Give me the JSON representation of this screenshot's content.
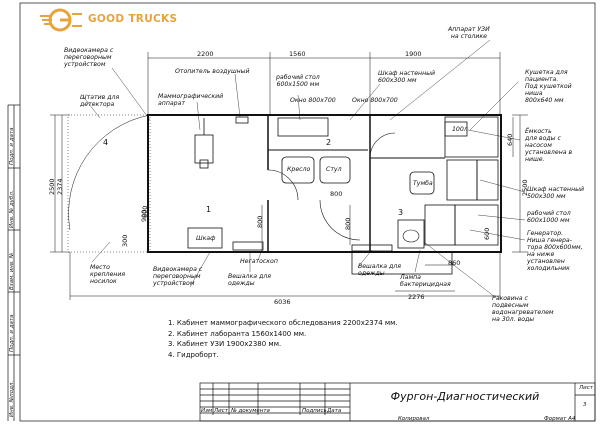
{
  "logo": {
    "text": "GOOD TRUCKS",
    "accent": "#e7a33c"
  },
  "labels": {
    "video_camera_top": "Видеокамера с\nпереговорным\nустройством",
    "heater": "Отопитель воздушный",
    "work_table_1": "рабочий стол\n600х1500 мм",
    "window_1": "Окно 800х700",
    "wall_cabinet_1": "Шкаф настенный\n600х300 мм",
    "window_2": "Окно 800х700",
    "uzi_apparatus": "Аппарат УЗИ\nна столике",
    "patient_couch": "Кушетка для\nпациента.\nПод кушеткой\nниша\n800х640 мм",
    "tank": "Ёмкость\nдля воды с\nнасосом\nустановлена в\nнише.",
    "wall_cabinet_2": "Шкаф настенный\n500х300 мм",
    "work_table_2": "рабочий стол\n600х1000 мм",
    "generator": "Генератор.\nНиша генера-\nтора 800х600мм,\nна ниже\nустановлен\nхолодильник",
    "sink": "Раковина с\nподвесным\nводонагревателем\nна 30л. воды",
    "lamp": "Лампа\nбактерицидная",
    "hanger_right": "Вешалка для\nодежды",
    "hanger_mid": "Вешалка для\nодежды",
    "negatoscope": "Негатоскоп",
    "video_camera_bottom": "Видеокамера с\nпереговорным\nустройством",
    "stretcher_mount": "Место\nкрепления\nносилок",
    "detector_rack": "Штатив для\nдетектора",
    "mammograph": "Маммографический\nаппарат",
    "armchair": "Кресло",
    "chair": "Стул",
    "cabinet": "Шкаф",
    "tumba": "Тумба",
    "tank_tag": "100л"
  },
  "dimensions": {
    "top_2200": "2200",
    "top_1560": "1560",
    "top_1900": "1900",
    "overall_6036": "6036",
    "left_2500": "2500",
    "left_2374": "2374",
    "left_900": "900",
    "left_300": "300",
    "mid_800_a": "800",
    "mid_800_b": "800",
    "mid_800_c": "800",
    "right_640": "640",
    "right_2500": "2500",
    "right_600": "600",
    "bottom_860": "860",
    "bottom_2276": "2276",
    "room_600": "600",
    "room_900": "900"
  },
  "room_numbers": [
    "1",
    "2",
    "3",
    "4"
  ],
  "legend": [
    "1. Кабинет маммографического обследования 2200х2374 мм.",
    "2. Кабинет лаборанта 1560х1400 мм.",
    "3. Кабинет УЗИ 1900х2380 мм.",
    "4. Гидроборт."
  ],
  "side_stamp": [
    "Подп. и дата",
    "Инв. № дубл.",
    "Взам. инв. №",
    "Подп. и дата",
    "Инв. №подл."
  ],
  "title_block": {
    "title": "Фургон-Диагностический",
    "sheet_label": "Лист",
    "sheet_number": "3",
    "headers": [
      "Изм",
      "Лист",
      "№ документа",
      "Подпись",
      "Дата"
    ],
    "copied": "Копировал",
    "format": "Формат А4"
  }
}
